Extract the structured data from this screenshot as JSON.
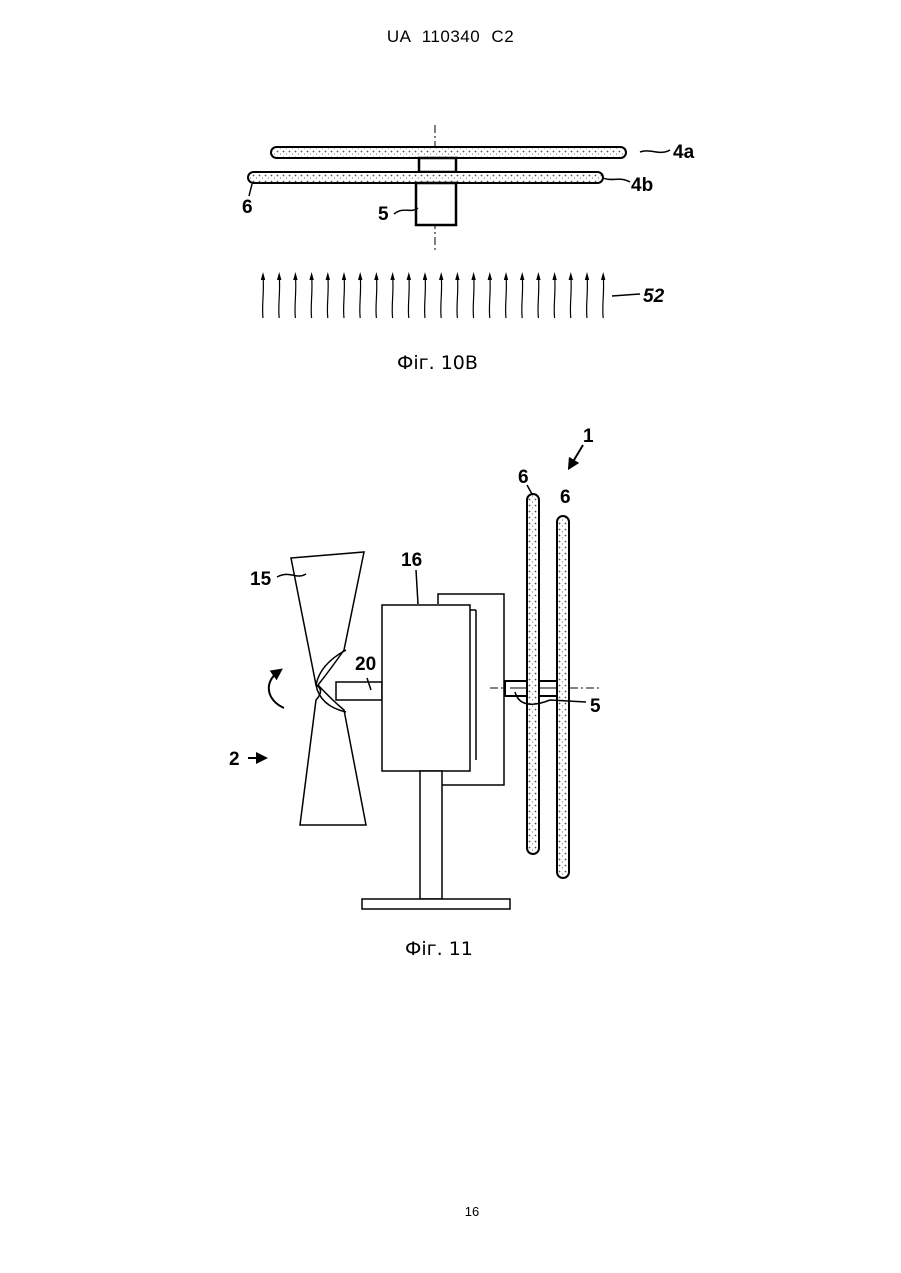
{
  "header": {
    "doc_id": "UA   110340   C2"
  },
  "figure_10b": {
    "caption": "Фіг. 10В",
    "labels": {
      "disk_upper": "4a",
      "disk_lower": "4b",
      "blades": "6",
      "hub": "5",
      "airflow": "52"
    }
  },
  "figure_11": {
    "caption": "Фіг. 11",
    "labels": {
      "assembly": "1",
      "rotor": "2",
      "propeller": "15",
      "generator": "16",
      "shaft": "20",
      "blade_left": "6",
      "blade_right": "6",
      "hub": "5"
    }
  },
  "page_number": "16"
}
